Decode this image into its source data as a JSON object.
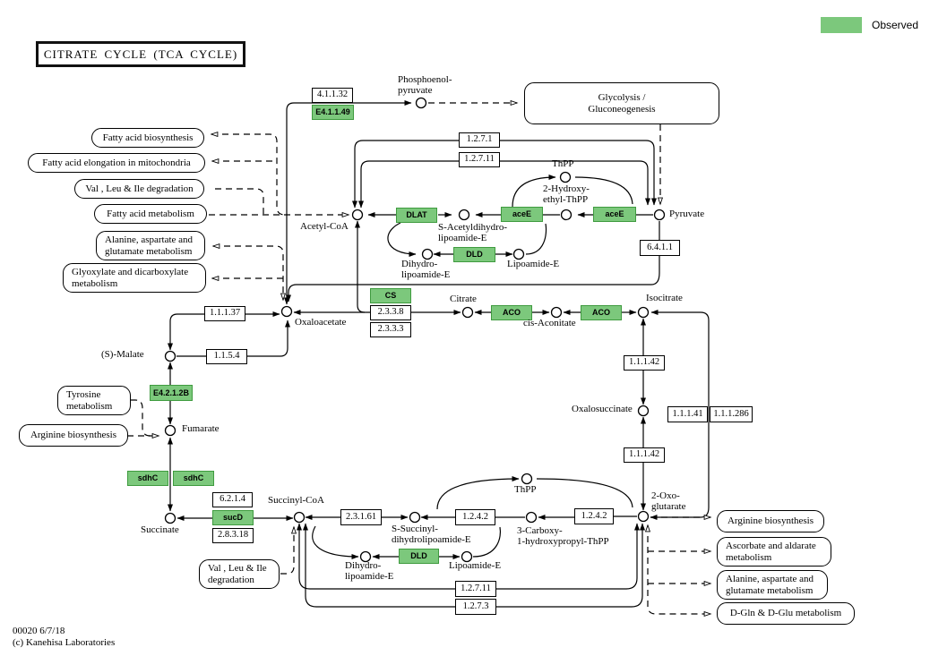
{
  "title": "CITRATE CYCLE (TCA CYCLE)",
  "legend": {
    "label": "Observed",
    "observed_color": "#7cc87c"
  },
  "footer": {
    "map_id": "00020 6/7/18",
    "copyright": "(c) Kanehisa Laboratories"
  },
  "enzymes": [
    {
      "label": "4.1.1.32",
      "observed": false
    },
    {
      "label": "E4.1.1.49",
      "observed": true
    },
    {
      "label": "1.2.7.1",
      "observed": false
    },
    {
      "label": "1.2.7.11",
      "observed": false
    },
    {
      "label": "DLAT",
      "observed": true
    },
    {
      "label": "aceE",
      "observed": true
    },
    {
      "label": "aceE",
      "observed": true
    },
    {
      "label": "DLD",
      "observed": true
    },
    {
      "label": "6.4.1.1",
      "observed": false
    },
    {
      "label": "CS",
      "observed": true
    },
    {
      "label": "2.3.3.8",
      "observed": false
    },
    {
      "label": "2.3.3.3",
      "observed": false
    },
    {
      "label": "ACO",
      "observed": true
    },
    {
      "label": "ACO",
      "observed": true
    },
    {
      "label": "1.1.1.37",
      "observed": false
    },
    {
      "label": "1.1.5.4",
      "observed": false
    },
    {
      "label": "E4.2.1.2B",
      "observed": true
    },
    {
      "label": "1.1.1.42",
      "observed": false
    },
    {
      "label": "1.1.1.41",
      "observed": false
    },
    {
      "label": "1.1.1.286",
      "observed": false
    },
    {
      "label": "1.1.1.42",
      "observed": false
    },
    {
      "label": "sdhC",
      "observed": true
    },
    {
      "label": "sdhC",
      "observed": true
    },
    {
      "label": "6.2.1.4",
      "observed": false
    },
    {
      "label": "sucD",
      "observed": true
    },
    {
      "label": "2.8.3.18",
      "observed": false
    },
    {
      "label": "2.3.1.61",
      "observed": false
    },
    {
      "label": "1.2.4.2",
      "observed": false
    },
    {
      "label": "1.2.4.2",
      "observed": false
    },
    {
      "label": "DLD",
      "observed": true
    },
    {
      "label": "1.2.7.11",
      "observed": false
    },
    {
      "label": "1.2.7.3",
      "observed": false
    }
  ],
  "pathways": [
    {
      "label": "Glycolysis /\nGluconeogenesis"
    },
    {
      "label": "Fatty acid biosynthesis"
    },
    {
      "label": "Fatty acid elongation in mitochondria"
    },
    {
      "label": "Val , Leu & Ile degradation"
    },
    {
      "label": "Fatty acid metabolism"
    },
    {
      "label": "Alanine, aspartate and\nglutamate metabolism"
    },
    {
      "label": "Glyoxylate and dicarboxylate\nmetabolism"
    },
    {
      "label": "Tyrosine\nmetabolism"
    },
    {
      "label": "Arginine biosynthesis"
    },
    {
      "label": "Val , Leu & Ile\ndegradation"
    },
    {
      "label": "Arginine biosynthesis"
    },
    {
      "label": "Ascorbate and aldarate\nmetabolism"
    },
    {
      "label": "Alanine, aspartate and\nglutamate metabolism"
    },
    {
      "label": "D-Gln & D-Glu metabolism"
    }
  ],
  "metabolites": [
    {
      "label": "Phosphoenol-\npyruvate"
    },
    {
      "label": "Pyruvate"
    },
    {
      "label": "Acetyl-CoA"
    },
    {
      "label": "S-Acetyldihydro-\nlipoamide-E"
    },
    {
      "label": "2-Hydroxy-\nethyl-ThPP"
    },
    {
      "label": "ThPP"
    },
    {
      "label": "Dihydro-\nlipoamide-E"
    },
    {
      "label": "Lipoamide-E"
    },
    {
      "label": "Citrate"
    },
    {
      "label": "cis-Aconitate"
    },
    {
      "label": "Isocitrate"
    },
    {
      "label": "Oxaloacetate"
    },
    {
      "label": "(S)-Malate"
    },
    {
      "label": "Oxalosuccinate"
    },
    {
      "label": "Fumarate"
    },
    {
      "label": "Succinate"
    },
    {
      "label": "Succinyl-CoA"
    },
    {
      "label": "S-Succinyl-\ndihydrolipoamide-E"
    },
    {
      "label": "3-Carboxy-\n1-hydroxypropyl-ThPP"
    },
    {
      "label": "ThPP"
    },
    {
      "label": "2-Oxo-\nglutarate"
    },
    {
      "label": "Dihydro-\nlipoamide-E"
    },
    {
      "label": "Lipoamide-E"
    }
  ]
}
